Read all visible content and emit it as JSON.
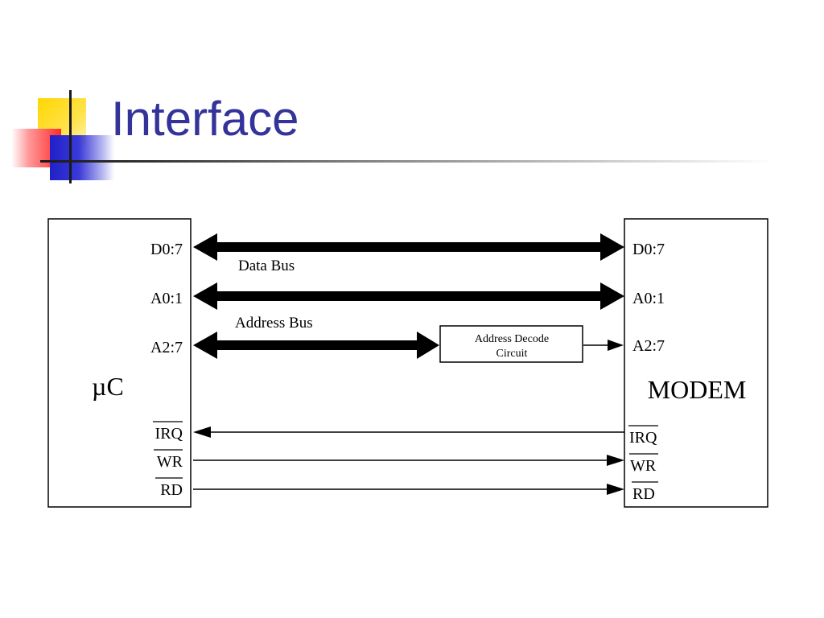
{
  "title": "Interface",
  "left_block": {
    "label": "µC",
    "pins": [
      "D0:7",
      "A0:1",
      "A2:7",
      "IRQ",
      "WR",
      "RD"
    ]
  },
  "right_block": {
    "label": "MODEM",
    "pins": [
      "D0:7",
      "A0:1",
      "A2:7",
      "IRQ",
      "WR",
      "RD"
    ]
  },
  "bus_labels": {
    "data": "Data Bus",
    "address": "Address Bus"
  },
  "decoder": {
    "line1": "Address Decode",
    "line2": "Circuit"
  }
}
